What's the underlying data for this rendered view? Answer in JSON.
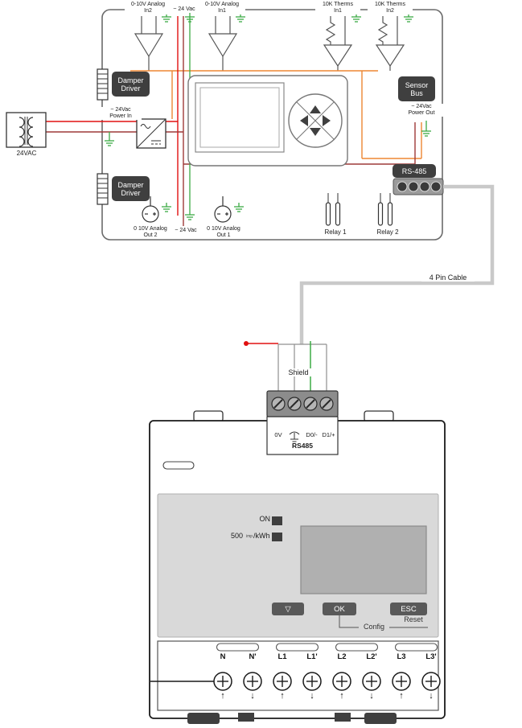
{
  "controller": {
    "inputs": [
      {
        "line1": "0-10V Analog",
        "line2": "In2"
      },
      {
        "line1": "0-10V Analog",
        "line2": "In1"
      },
      {
        "line1": "10K Therms",
        "line2": "In1"
      },
      {
        "line1": "10K Therms",
        "line2": "In2"
      }
    ],
    "top_24vac": "~ 24 Vac",
    "damper_driver": {
      "line1": "Damper",
      "line2": "Driver"
    },
    "sensor_bus": {
      "line1": "Sensor",
      "line2": "Bus"
    },
    "power_in": {
      "line1": "~ 24Vac",
      "line2": "Power In"
    },
    "power_out": {
      "line1": "~ 24Vac",
      "line2": "Power Out"
    },
    "transformer": "24VAC",
    "rs485": "RS-485",
    "analog_out_2": {
      "line1": "0 10V Analog",
      "line2": "Out 2"
    },
    "bottom_24vac": "~ 24 Vac",
    "analog_out_1": {
      "line1": "0 10V Analog",
      "line2": "Out 1"
    },
    "relay_1": "Relay 1",
    "relay_2": "Relay 2"
  },
  "cable": {
    "label": "4 Pin Cable"
  },
  "rs485_header": {
    "shield": "Shield",
    "t1": "0V",
    "t2": "D0/-",
    "t3": "D1/+",
    "bus": "RS485"
  },
  "meter": {
    "on": "ON",
    "pulse": {
      "value": "500",
      "mid": "imp",
      "unit": "/kWh"
    },
    "buttons": {
      "down": "▽",
      "ok": "OK",
      "esc": "ESC"
    },
    "config": "Config",
    "reset": "Reset",
    "terminals": [
      {
        "label": "N",
        "arrow": "↑"
      },
      {
        "label": "N'",
        "arrow": "↓"
      },
      {
        "label": "L1",
        "arrow": "↑"
      },
      {
        "label": "L1'",
        "arrow": "↓"
      },
      {
        "label": "L2",
        "arrow": "↑"
      },
      {
        "label": "L2'",
        "arrow": "↓"
      },
      {
        "label": "L3",
        "arrow": "↑"
      },
      {
        "label": "L3'",
        "arrow": "↓"
      }
    ]
  },
  "colors": {
    "wire_red": "#e01010",
    "wire_dark_red": "#9e3a38",
    "wire_orange": "#ed8733",
    "wire_green": "#3cab44",
    "cable_gray": "#c9c9c9",
    "dark_box": "#3f3f3f",
    "panel_gray": "#d9d9d9",
    "lcd_gray": "#b0b0b0",
    "button_gray": "#595959"
  }
}
